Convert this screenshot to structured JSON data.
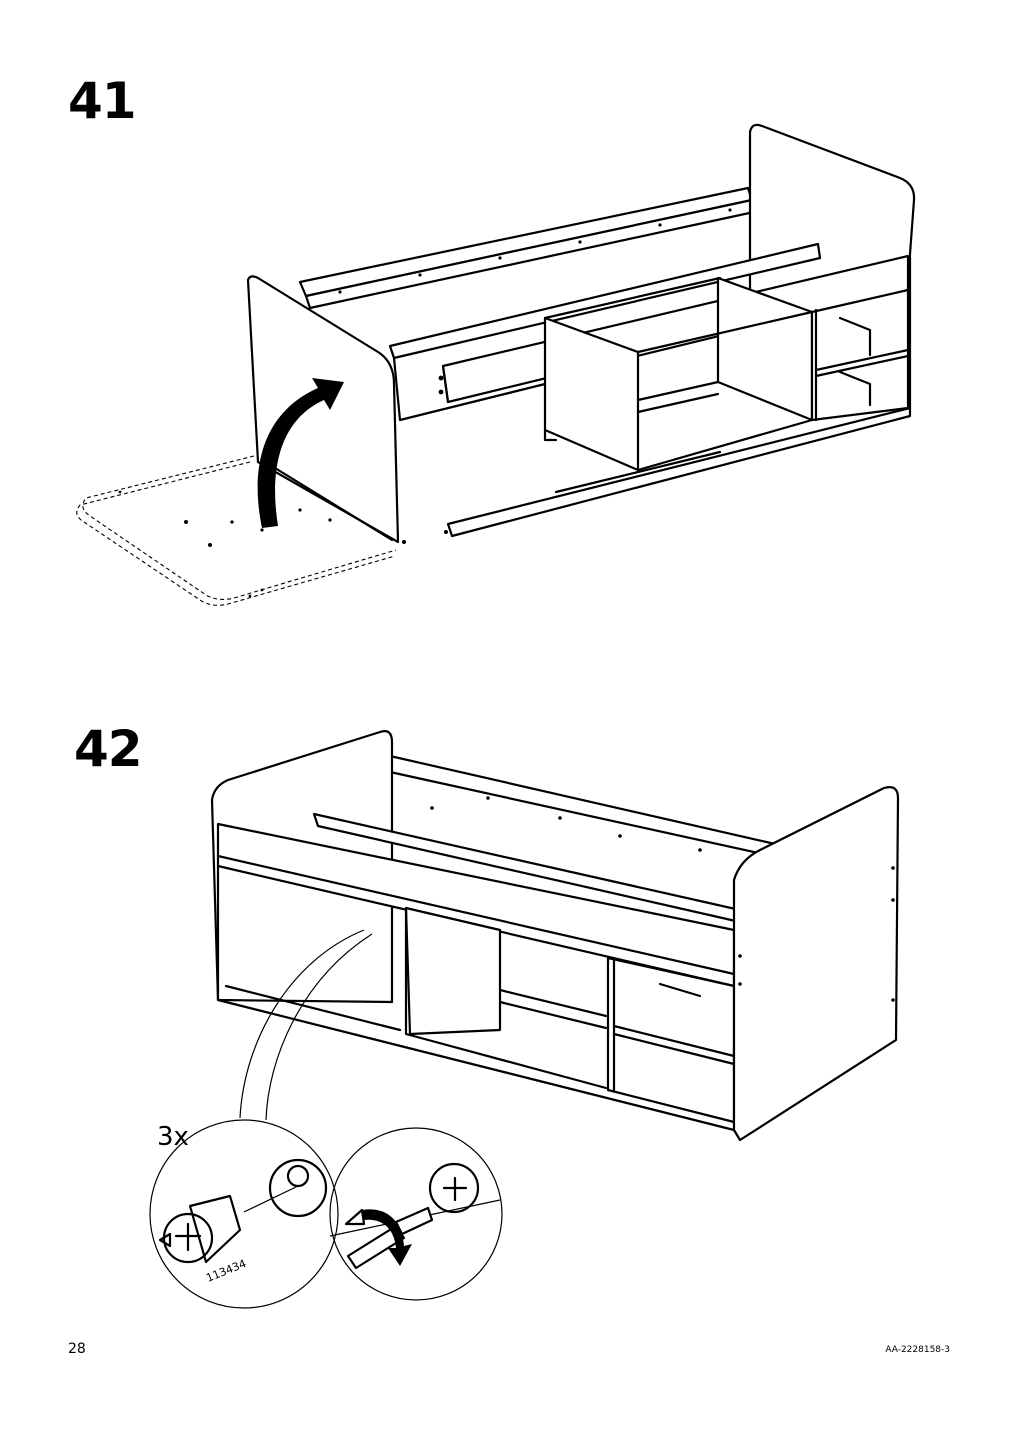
{
  "steps": [
    {
      "number": "41"
    },
    {
      "number": "42"
    }
  ],
  "detail": {
    "quantity": "3x",
    "part_number": "113434"
  },
  "footer": {
    "page_number": "28",
    "document_code": "AA-2228158-3"
  },
  "icons": [
    "rotation-arrow-icon",
    "turn-clockwise-arrow-icon",
    "screwdriver-icon",
    "cam-lock-fitting-icon"
  ]
}
